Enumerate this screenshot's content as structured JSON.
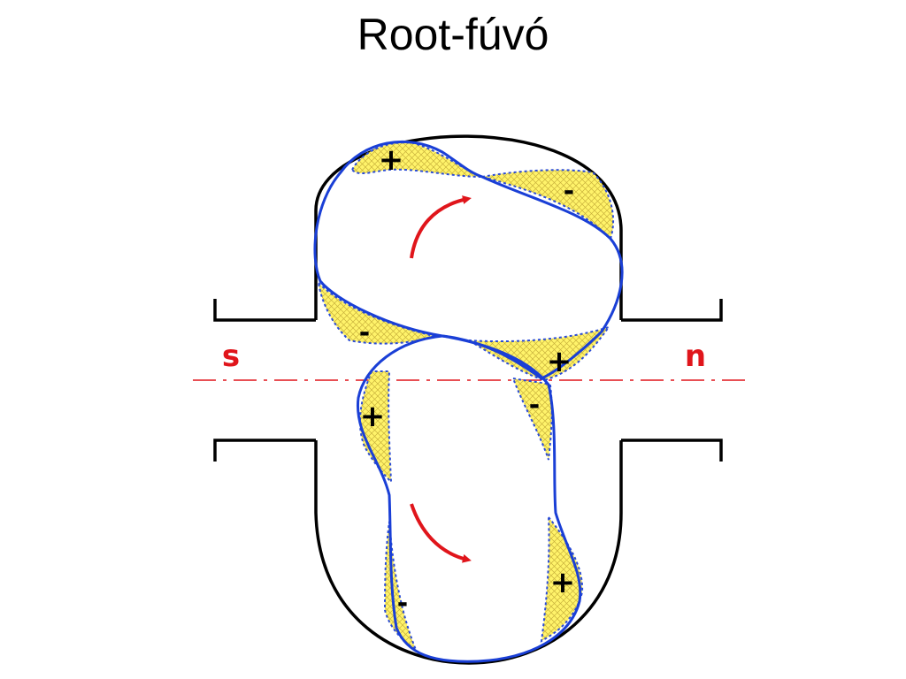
{
  "title": "Root-fúvó",
  "diagram": {
    "inlet_label": "s",
    "outlet_label": "n",
    "plus_sign": "+",
    "minus_sign": "-",
    "colors": {
      "housing": "#000000",
      "rotor": "#1a3fd6",
      "pocket_fill": "#fff36a",
      "arrow": "#e0151b",
      "axis": "#e0151b"
    }
  }
}
